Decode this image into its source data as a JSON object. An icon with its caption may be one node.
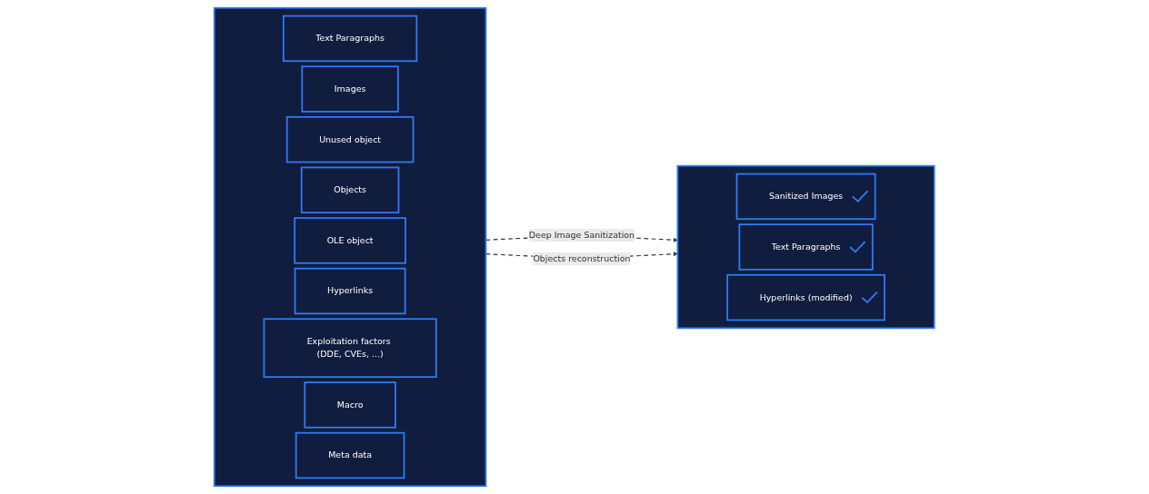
{
  "diagram": {
    "nodes": [
      {
        "text": [],
        "shape": "box"
      },
      {
        "text": [
          "Text Paragraphs"
        ],
        "in": 0
      },
      {
        "text": [
          "Images"
        ],
        "in": 0
      },
      {
        "text": [
          "Unused object"
        ],
        "in": 0
      },
      {
        "text": [
          "Objects"
        ],
        "in": 0
      },
      {
        "text": [
          "OLE object"
        ],
        "in": 0
      },
      {
        "text": [
          "Hyperlinks"
        ],
        "in": 0
      },
      {
        "text": [
          "Exploitation factors (DDE, CVEs, ...)"
        ],
        "in": 0
      },
      {
        "text": [
          "Macro"
        ],
        "in": 0
      },
      {
        "text": [
          "Meta data"
        ],
        "in": 0
      },
      {
        "text": [],
        "shape": "box"
      },
      {
        "text": [
          "Sanitized Images"
        ],
        "in": 10
      },
      {
        "text": [
          "Text Paragraphs"
        ],
        "in": 10
      },
      {
        "text": [
          "Hyperlinks (modified)"
        ],
        "in": 10
      }
    ],
    "edges": [
      {
        "from": 0,
        "to": 10,
        "arrow": "to",
        "label": "Deep Image Sanitization",
        "style": "dashed"
      },
      {
        "from": 0,
        "to": 10,
        "arrow": "to",
        "label": "Objects reconstruction",
        "style": "dashed"
      }
    ]
  }
}
